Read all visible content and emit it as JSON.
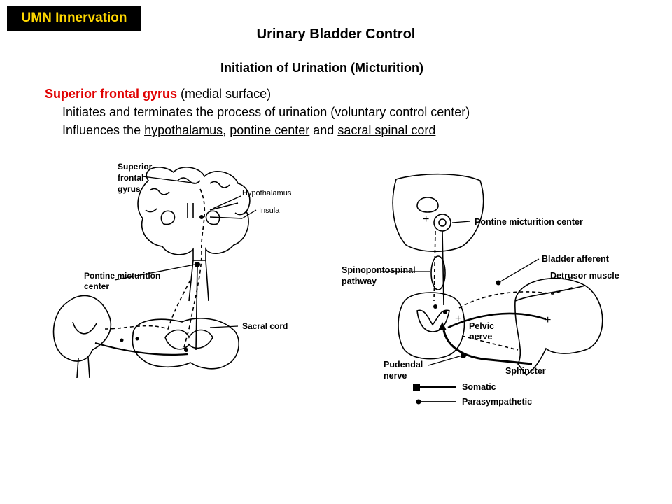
{
  "badge": "UMN Innervation",
  "title": "Urinary Bladder Control",
  "subtitle": "Initiation of Urination (Micturition)",
  "line1": {
    "highlight": "Superior frontal gyrus",
    "rest": " (medial surface)"
  },
  "line2": "Initiates and terminates the process of urination (voluntary control center)",
  "line3": {
    "prefix": "Influences the ",
    "link1": "hypothalamus",
    "sep1": ", ",
    "link2": "pontine center",
    "sep2": " and ",
    "link3": "sacral spinal cord"
  },
  "left_diagram": {
    "label_sfg_1": "Superior",
    "label_sfg_2": "frontal",
    "label_sfg_3": "gyrus",
    "label_hypothalamus": "Hypothalamus",
    "label_insula": "Insula",
    "label_pontine_1": "Pontine  micturition",
    "label_pontine_2": "center",
    "label_sacral": "Sacral cord"
  },
  "right_diagram": {
    "label_pontine_center": "Pontine  micturition  center",
    "label_bladder_afferent": "Bladder afferent",
    "label_spino_1": "Spinopontospinal",
    "label_spino_2": "pathway",
    "label_detrusor": "Detrusor  muscle",
    "label_pelvic_1": "Pelvic",
    "label_pelvic_2": "nerve",
    "label_pudendal_1": "Pudendal",
    "label_pudendal_2": "nerve",
    "label_sphincter": "Sphincter",
    "legend_somatic": "Somatic",
    "legend_parasympathetic": "Parasympathetic",
    "sign_plus": "+",
    "sign_minus": "−"
  }
}
